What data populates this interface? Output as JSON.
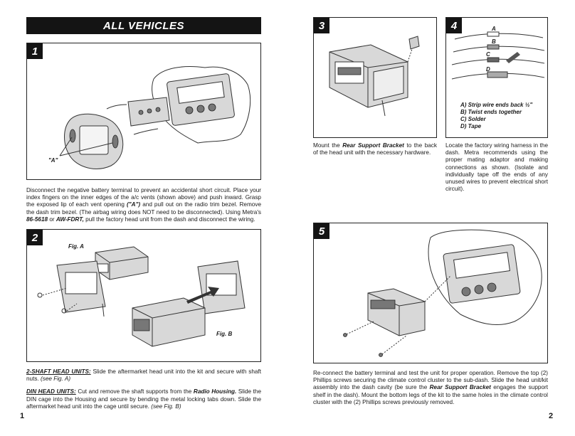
{
  "banner": {
    "title": "ALL VEHICLES"
  },
  "steps": {
    "s1": {
      "number": "1",
      "callout": "\"A\"",
      "text_parts": [
        "Disconnect the negative battery terminal to prevent an accidental short circuit. Place your index fingers on the inner edges of the a/c vents (shown above) and push inward. Grasp the exposed lip of each vent opening ",
        "(\"A\")",
        " and pull out on the radio trim bezel. Remove the dash trim bezel. (The airbag wiring does NOT need to be disconnected). Using Metra's ",
        "86-5618",
        " or ",
        "AW-FDRT,",
        " pull the factory head unit from the dash and disconnect the wiring."
      ]
    },
    "s2": {
      "number": "2",
      "fig_a": "Fig. A",
      "fig_b": "Fig. B",
      "p1_label": "2-SHAFT HEAD UNITS:",
      "p1_text": " Slide the aftermarket head unit into the kit and secure with shaft nuts. ",
      "p1_ref": "(see Fig. A)",
      "p2_label": "DIN HEAD UNITS:",
      "p2_text_a": " Cut and remove the shaft supports from the ",
      "p2_em": "Radio Housing.",
      "p2_text_b": " Slide the DIN cage into the Housing and secure by bending the metal locking tabs down. Slide the aftermarket head unit into the cage until secure. ",
      "p2_ref": "(see Fig. B)"
    },
    "s3": {
      "number": "3",
      "text_a": "Mount the ",
      "text_em": "Rear Support Bracket",
      "text_b": " to the back of the head unit with the necessary hardware."
    },
    "s4": {
      "number": "4",
      "wire_labels": [
        "A",
        "B",
        "C",
        "D"
      ],
      "legend": [
        "A) Strip wire ends back ½\"",
        "B) Twist ends together",
        "C) Solder",
        "D) Tape"
      ],
      "text": "Locate the factory wiring harness in the dash. Metra recommends using the proper mating adaptor and making connections as shown. (Isolate and individually tape off the ends of any unused wires to prevent electrical short circuit)."
    },
    "s5": {
      "number": "5",
      "text_a": "Re-connect the battery terminal and test the unit for proper operation. Remove the top (2) Phillips screws securing the climate control cluster to the sub-dash. Slide the head unit/kit assembly into the dash cavity (be sure the ",
      "text_em": "Rear Support Bracket",
      "text_b": " engages the support shelf in the dash). Mount the bottom legs of the kit to the same holes in the climate control cluster with the (2) Phillips screws previously removed."
    }
  },
  "page_numbers": {
    "left": "1",
    "right": "2"
  }
}
